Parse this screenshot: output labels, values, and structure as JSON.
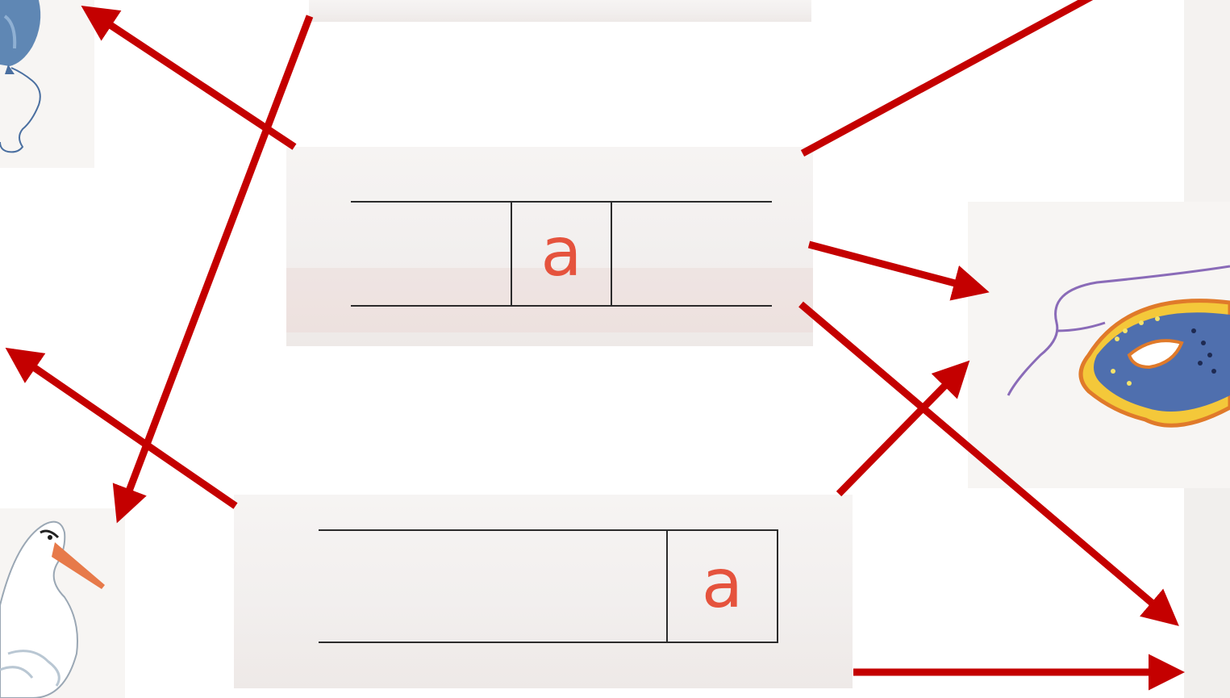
{
  "schemes": {
    "middle": {
      "vowel": "а",
      "vowel_position": "middle"
    },
    "ending": {
      "vowel": "а",
      "vowel_position": "end"
    }
  },
  "pictures": [
    "balloon",
    "mask",
    "stork"
  ],
  "colors": {
    "arrow": "#c40000",
    "letter": "#e5533d",
    "scheme_line": "#2b2b2b",
    "panel": "#f4f1f0"
  }
}
